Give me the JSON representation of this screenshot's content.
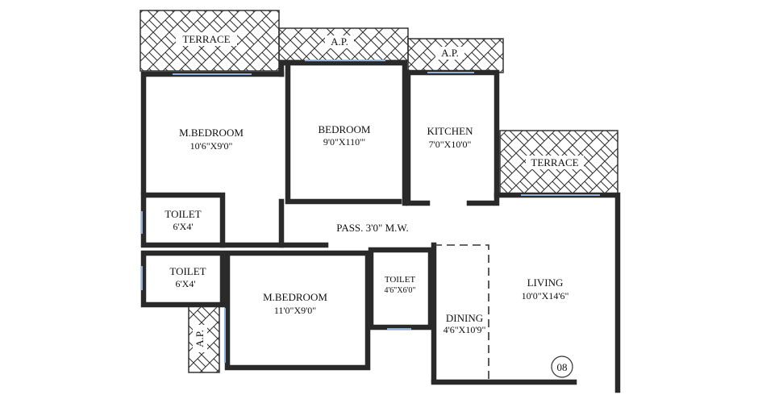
{
  "rooms": {
    "master_bedroom_1": {
      "name": "M.BEDROOM",
      "size": "10'6\"X9'0\""
    },
    "bedroom": {
      "name": "BEDROOM",
      "size": "9'0\"X110'\""
    },
    "kitchen": {
      "name": "KITCHEN",
      "size": "7'0\"X10'0\""
    },
    "toilet_1": {
      "name": "TOILET",
      "size": "6'X4'"
    },
    "toilet_2": {
      "name": "TOILET",
      "size": "6'X4'"
    },
    "master_bedroom_2": {
      "name": "M.BEDROOM",
      "size": "11'0\"X9'0\""
    },
    "toilet_3": {
      "name": "TOILET",
      "size": "4'6\"X6'0\""
    },
    "dining": {
      "name": "DINING",
      "size": "4'6\"X10'9\""
    },
    "living": {
      "name": "LIVING",
      "size": "10'0\"X14'6\""
    }
  },
  "passage": {
    "label": "PASS. 3'0\" M.W."
  },
  "terraces": {
    "terrace_top_left": "TERRACE",
    "terrace_right": "TERRACE"
  },
  "ap_areas": {
    "ap_bedroom": "A.P.",
    "ap_kitchen": "A.P.",
    "ap_bottom": "A.P."
  },
  "unit_number": "08",
  "colors": {
    "wall": "#2a2a2a",
    "window": "#8fb0d8",
    "hatch": "#333333",
    "background": "#ffffff"
  }
}
